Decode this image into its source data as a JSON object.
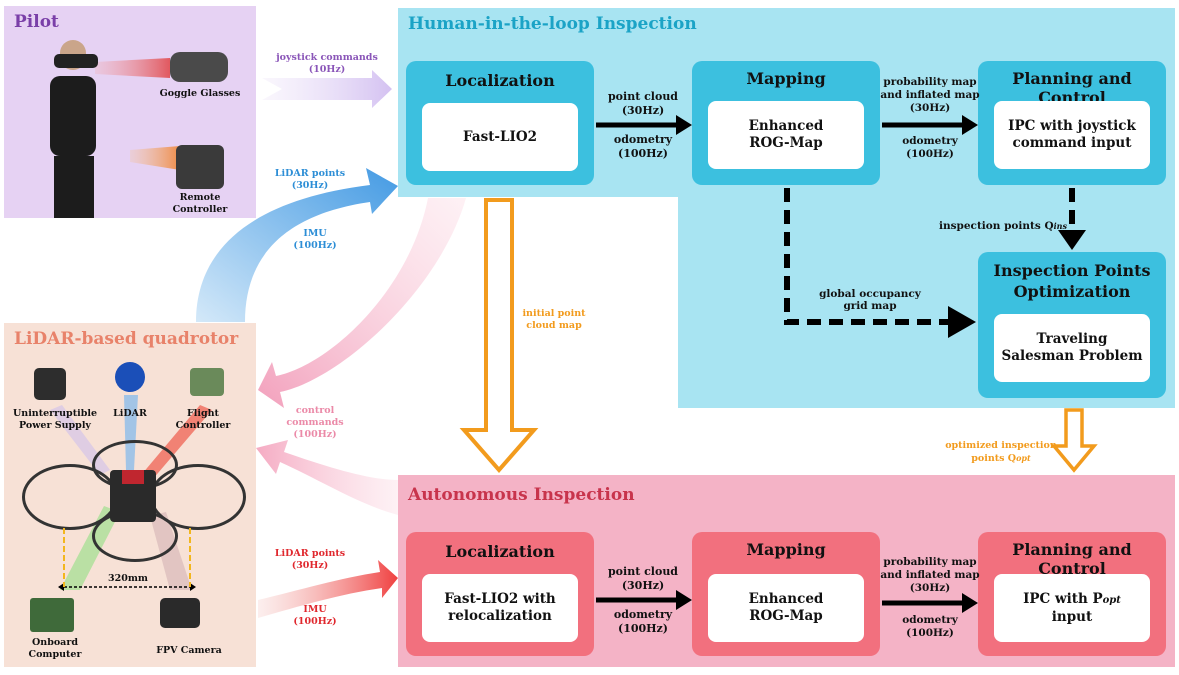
{
  "pilot": {
    "title": "Pilot",
    "goggle_label": "Goggle Glasses",
    "remote_label": "Remote\nController"
  },
  "quadrotor": {
    "title": "LiDAR-based quadrotor",
    "ups_label": "Uninterruptible\nPower Supply",
    "lidar_label": "LiDAR",
    "fc_label": "Flight\nController",
    "size_label": "320mm",
    "computer_label": "Onboard\nComputer",
    "camera_label": "FPV Camera"
  },
  "hitl": {
    "title": "Human-in-the-loop Inspection",
    "localization": {
      "title": "Localization",
      "inner": "Fast-LIO2"
    },
    "mapping": {
      "title": "Mapping",
      "inner": "Enhanced\nROG-Map"
    },
    "planning": {
      "title": "Planning and Control",
      "inner": "IPC with joystick\ncommand input"
    },
    "ipo": {
      "title": "Inspection Points\nOptimization",
      "inner": "Traveling\nSalesman Problem"
    },
    "pc_label": "point cloud\n(30Hz)",
    "odom_label": "odometry\n(100Hz)",
    "prob_label": "probability map\nand inflated map\n(30Hz)",
    "odom2_label": "odometry\n(100Hz)",
    "insp_label": "inspection points Q",
    "insp_sub": "ins",
    "grid_label": "global occupancy\ngrid map"
  },
  "auto": {
    "title": "Autonomous Inspection",
    "localization": {
      "title": "Localization",
      "inner": "Fast-LIO2 with\nrelocalization"
    },
    "mapping": {
      "title": "Mapping",
      "inner": "Enhanced\nROG-Map"
    },
    "planning": {
      "title": "Planning and Control",
      "inner_pre": "IPC with P",
      "inner_sub": "opt",
      "inner_post": "input"
    },
    "pc_label": "point cloud\n(30Hz)",
    "odom_label": "odometry\n(100Hz)",
    "prob_label": "probability map\nand inflated map\n(30Hz)",
    "odom2_label": "odometry\n(100Hz)"
  },
  "links": {
    "joystick": "joystick commands\n(10Hz)",
    "lidar_top": "LiDAR points\n(30Hz)",
    "imu_top": "IMU\n(100Hz)",
    "control": "control\ncommands\n(100Hz)",
    "lidar_bottom": "LiDAR points\n(30Hz)",
    "imu_bottom": "IMU\n(100Hz)",
    "initial_map": "initial point\ncloud map",
    "optimized": "optimized inspection\npoints Q",
    "optimized_sub": "opt"
  },
  "colors": {
    "pilot_bg": "#e6d2f3",
    "pilot_title": "#7a3fa8",
    "quad_bg": "#f7e1d6",
    "quad_title": "#e8826a",
    "hitl_bg": "#a8e4f2",
    "hitl_title": "#1ba3c6",
    "hitl_block": "#3cc0df",
    "auto_bg": "#f4b3c6",
    "auto_title": "#c8344c",
    "auto_block": "#f2707e",
    "orange": "#f29b1d",
    "blue_text": "#2d8ed6",
    "red_text": "#e0282e",
    "pink_text": "#eb8aa8",
    "purple_text": "#8a55b8"
  }
}
